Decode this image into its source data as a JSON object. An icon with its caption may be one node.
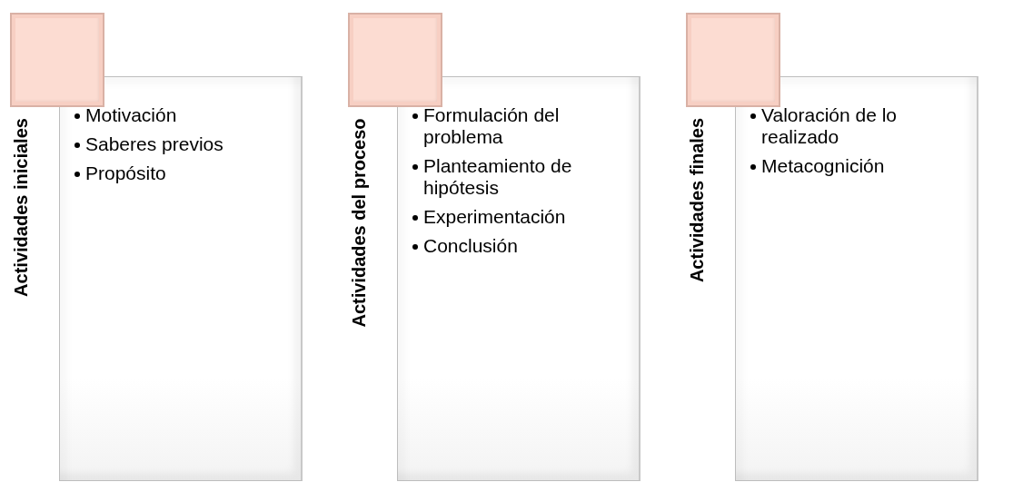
{
  "diagram": {
    "nodes": [
      {
        "text": [],
        "shape": "box"
      },
      {
        "text": [
          "Actividades iniciales",
          "Motivación",
          "Saberes previos",
          "Propósito"
        ]
      },
      {
        "text": [],
        "shape": "box"
      },
      {
        "text": [
          "Actividades del proceso",
          "Formulación del problema",
          "Planteamiento de hipótesis",
          "Experimentación",
          "Conclusión"
        ]
      },
      {
        "text": [],
        "shape": "box"
      },
      {
        "text": [
          "Actividades finales",
          "Valoración de lo realizado",
          "Metacognición"
        ]
      }
    ]
  }
}
